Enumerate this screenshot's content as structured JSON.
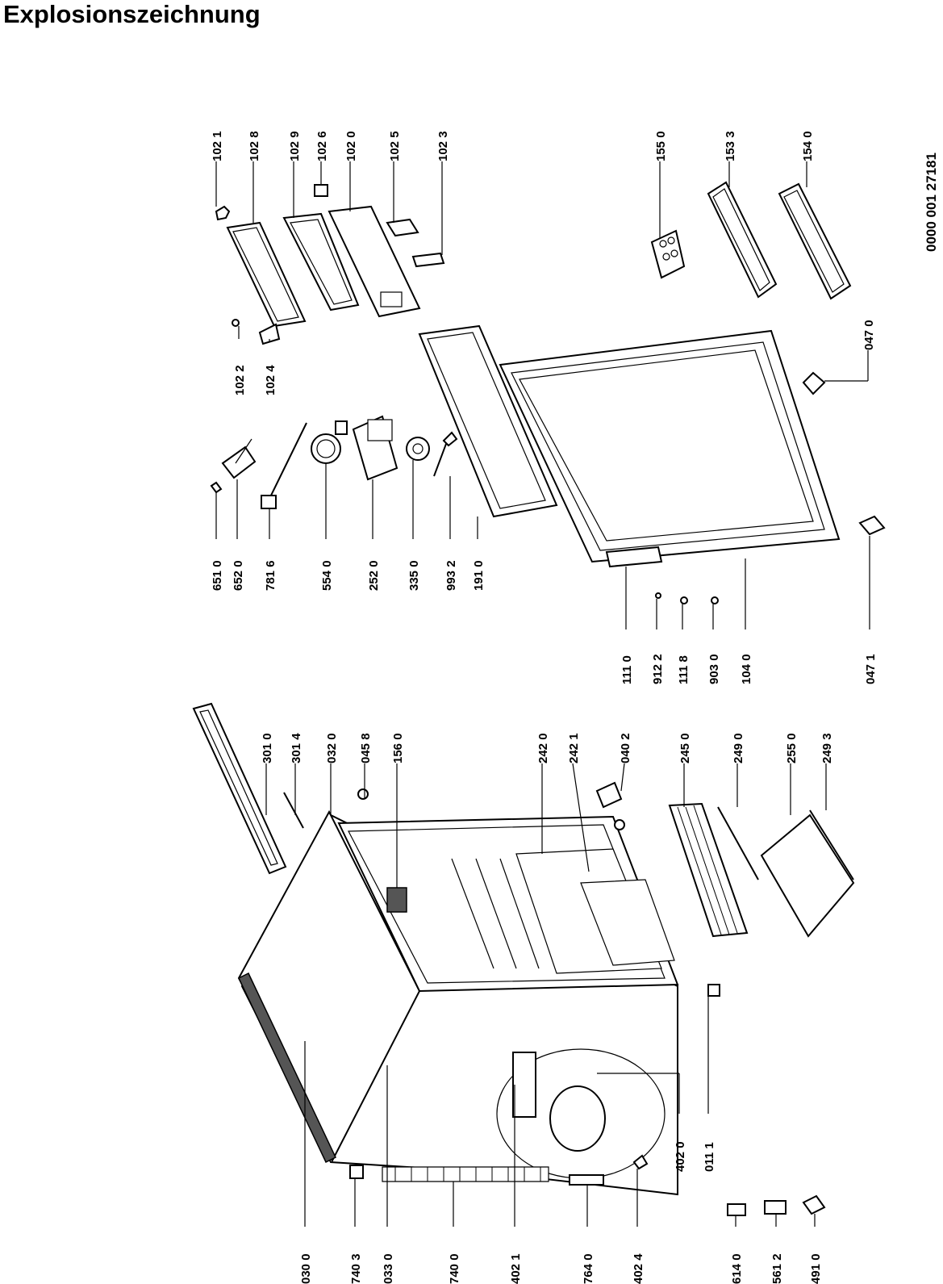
{
  "title": "Explosionszeichnung",
  "document_number": "0000 001 27181",
  "labels": [
    "102 1",
    "102 8",
    "102 9",
    "102 6",
    "102 0",
    "102 5",
    "102 3",
    "155 0",
    "153 3",
    "154 0",
    "102 2",
    "102 4",
    "047 0",
    "651 0",
    "652 0",
    "781 6",
    "554 0",
    "252 0",
    "335 0",
    "993 2",
    "191 0",
    "111 0",
    "912 2",
    "111 8",
    "903 0",
    "104 0",
    "047 1",
    "301 0",
    "301 4",
    "032 0",
    "045 8",
    "156 0",
    "242 0",
    "242 1",
    "040 2",
    "245 0",
    "249 0",
    "255 0",
    "249 3",
    "402 0",
    "011 1",
    "030 0",
    "740 3",
    "033 0",
    "740 0",
    "402 1",
    "764 0",
    "402 4",
    "614 0",
    "561 2",
    "491 0"
  ]
}
